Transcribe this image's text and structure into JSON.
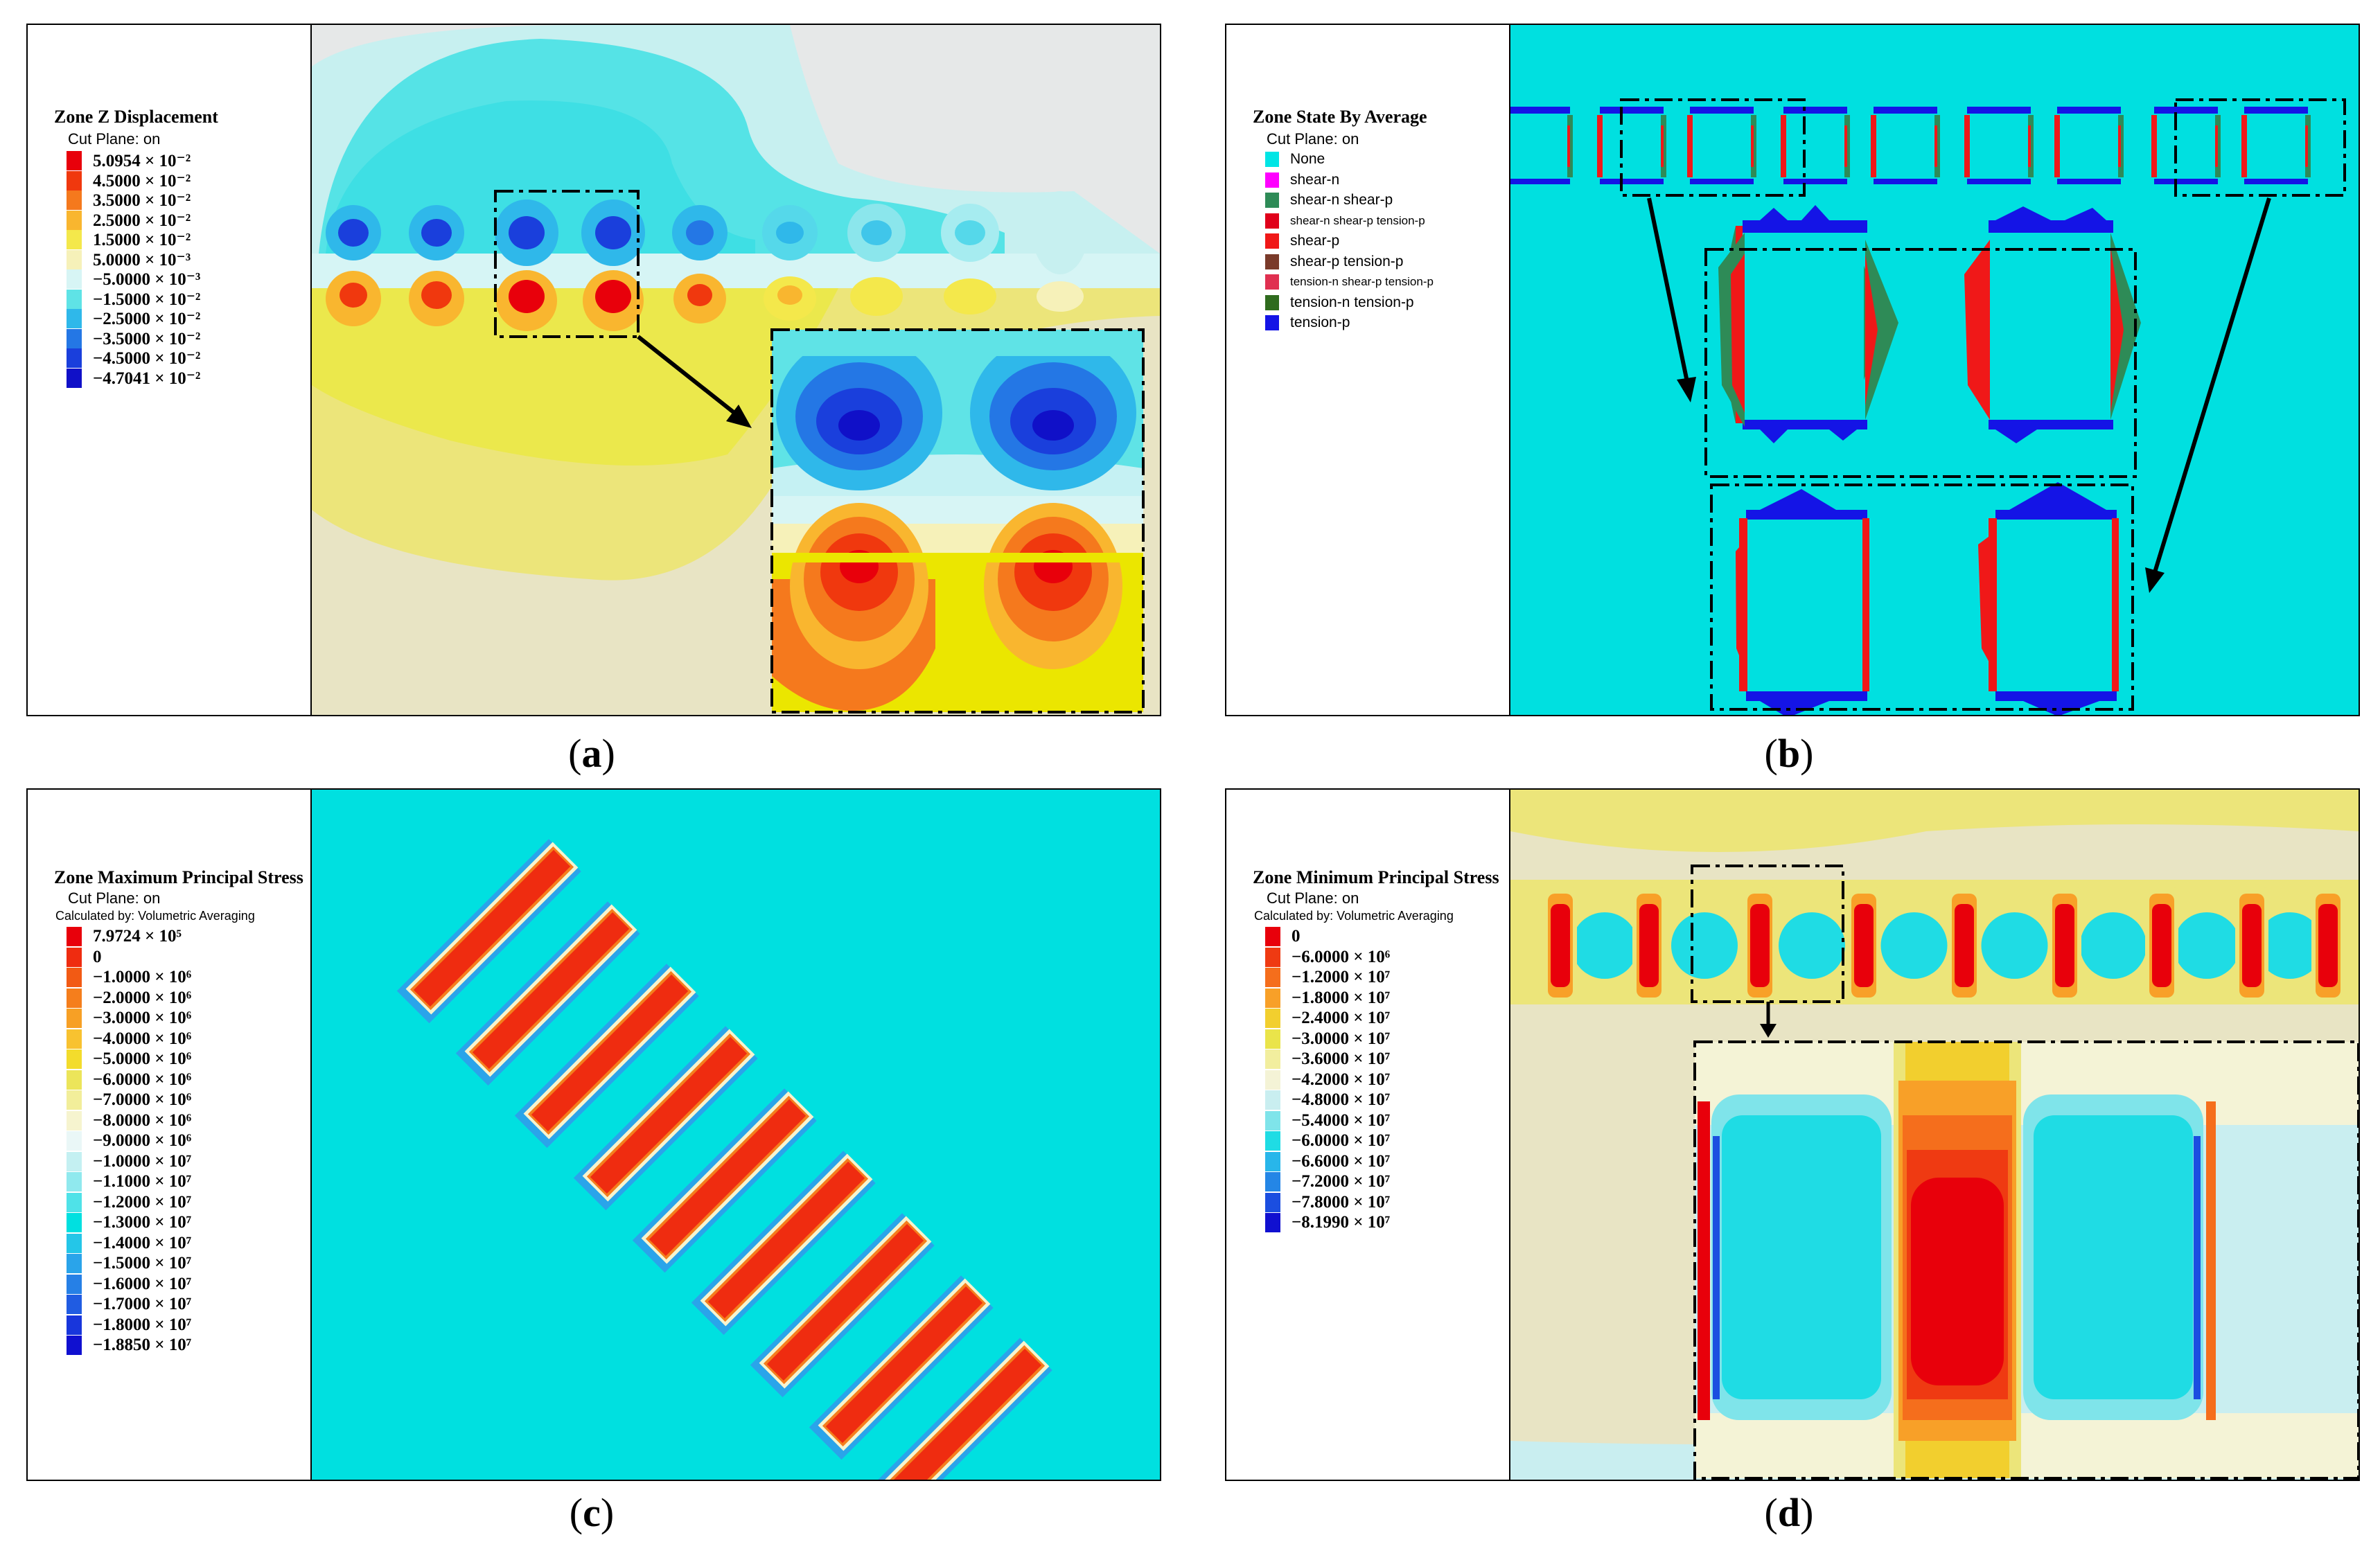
{
  "panels": {
    "a": {
      "caption_open": "(",
      "caption_letter": "a",
      "caption_close": ")",
      "legend_title": "Zone Z Displacement",
      "legend_sub": "Cut Plane: on",
      "legend": [
        {
          "label": "5.0954 × 10⁻²",
          "color": "#e8000b"
        },
        {
          "label": "4.5000 × 10⁻²",
          "color": "#f0380e"
        },
        {
          "label": "3.5000 × 10⁻²",
          "color": "#f5791d"
        },
        {
          "label": "2.5000 × 10⁻²",
          "color": "#f9b62f"
        },
        {
          "label": "1.5000 × 10⁻²",
          "color": "#f4e84b"
        },
        {
          "label": "5.0000 × 10⁻³",
          "color": "#f6f1b9"
        },
        {
          "label": "−5.0000 × 10⁻³",
          "color": "#d7f5f5"
        },
        {
          "label": "−1.5000 × 10⁻²",
          "color": "#5fe3e6"
        },
        {
          "label": "−2.5000 × 10⁻²",
          "color": "#2fb8ea"
        },
        {
          "label": "−3.5000 × 10⁻²",
          "color": "#2477e5"
        },
        {
          "label": "−4.5000 × 10⁻²",
          "color": "#1a3fdc"
        },
        {
          "label": "−4.7041 × 10⁻²",
          "color": "#1010c8"
        }
      ]
    },
    "b": {
      "caption_open": "(",
      "caption_letter": "b",
      "caption_close": ")",
      "legend_title": "Zone State By Average",
      "legend_sub": "Cut Plane: on",
      "legend": [
        {
          "label": "None",
          "color": "#00e5e5"
        },
        {
          "label": "shear-n",
          "color": "#ff00ff"
        },
        {
          "label": "shear-n shear-p",
          "color": "#2e8b57"
        },
        {
          "label": "shear-n shear-p tension-p",
          "color": "#e0001a"
        },
        {
          "label": "shear-p",
          "color": "#f01818"
        },
        {
          "label": "shear-p tension-p",
          "color": "#7a3a2a"
        },
        {
          "label": "tension-n shear-p tension-p",
          "color": "#e03050"
        },
        {
          "label": "tension-n tension-p",
          "color": "#2f6b1e"
        },
        {
          "label": "tension-p",
          "color": "#1414e6"
        }
      ]
    },
    "c": {
      "caption_open": "(",
      "caption_letter": "c",
      "caption_close": ")",
      "legend_title": "Zone Maximum Principal Stress",
      "legend_sub": "Cut Plane: on",
      "legend_sub2": "Calculated by: Volumetric Averaging",
      "legend": [
        {
          "label": "7.9724 × 10⁵",
          "color": "#e8000b"
        },
        {
          "label": "0",
          "color": "#ef2c10"
        },
        {
          "label": "−1.0000 × 10⁶",
          "color": "#f25a14"
        },
        {
          "label": "−2.0000 × 10⁶",
          "color": "#f57e1c"
        },
        {
          "label": "−3.0000 × 10⁶",
          "color": "#f7a025"
        },
        {
          "label": "−4.0000 × 10⁶",
          "color": "#f8c230"
        },
        {
          "label": "−5.0000 × 10⁶",
          "color": "#f3dc2c"
        },
        {
          "label": "−6.0000 × 10⁶",
          "color": "#ece55a"
        },
        {
          "label": "−7.0000 × 10⁶",
          "color": "#f2ee9a"
        },
        {
          "label": "−8.0000 × 10⁶",
          "color": "#f6f4cf"
        },
        {
          "label": "−9.0000 × 10⁶",
          "color": "#eaf7f7"
        },
        {
          "label": "−1.0000 × 10⁷",
          "color": "#c4f0f2"
        },
        {
          "label": "−1.1000 × 10⁷",
          "color": "#90e9ee"
        },
        {
          "label": "−1.2000 × 10⁷",
          "color": "#4fe2e8"
        },
        {
          "label": "−1.3000 × 10⁷",
          "color": "#00e0e0"
        },
        {
          "label": "−1.4000 × 10⁷",
          "color": "#24c6e8"
        },
        {
          "label": "−1.5000 × 10⁷",
          "color": "#2aa4ea"
        },
        {
          "label": "−1.6000 × 10⁷",
          "color": "#2680e6"
        },
        {
          "label": "−1.7000 × 10⁷",
          "color": "#205ce2"
        },
        {
          "label": "−1.8000 × 10⁷",
          "color": "#1836dc"
        },
        {
          "label": "−1.8850 × 10⁷",
          "color": "#1010d0"
        }
      ]
    },
    "d": {
      "caption_open": "(",
      "caption_letter": "d",
      "caption_close": ")",
      "legend_title": "Zone Minimum Principal Stress",
      "legend_sub": "Cut Plane: on",
      "legend_sub2": "Calculated by: Volumetric Averaging",
      "legend": [
        {
          "label": "0",
          "color": "#e8000b"
        },
        {
          "label": "−6.0000 × 10⁶",
          "color": "#ef3a12"
        },
        {
          "label": "−1.2000 × 10⁷",
          "color": "#f56e1c"
        },
        {
          "label": "−1.8000 × 10⁷",
          "color": "#f8a028"
        },
        {
          "label": "−2.4000 × 10⁷",
          "color": "#f2cf2e"
        },
        {
          "label": "−3.0000 × 10⁷",
          "color": "#eae44a"
        },
        {
          "label": "−3.6000 × 10⁷",
          "color": "#f2ee9e"
        },
        {
          "label": "−4.2000 × 10⁷",
          "color": "#f4f3d6"
        },
        {
          "label": "−4.8000 × 10⁷",
          "color": "#c9eef0"
        },
        {
          "label": "−5.4000 × 10⁷",
          "color": "#7fe4ea"
        },
        {
          "label": "−6.0000 × 10⁷",
          "color": "#1fdce4"
        },
        {
          "label": "−6.6000 × 10⁷",
          "color": "#28b6ea"
        },
        {
          "label": "−7.2000 × 10⁷",
          "color": "#2486e6"
        },
        {
          "label": "−7.8000 × 10⁷",
          "color": "#1b4ee0"
        },
        {
          "label": "−8.1990 × 10⁷",
          "color": "#1010d0"
        }
      ]
    }
  }
}
